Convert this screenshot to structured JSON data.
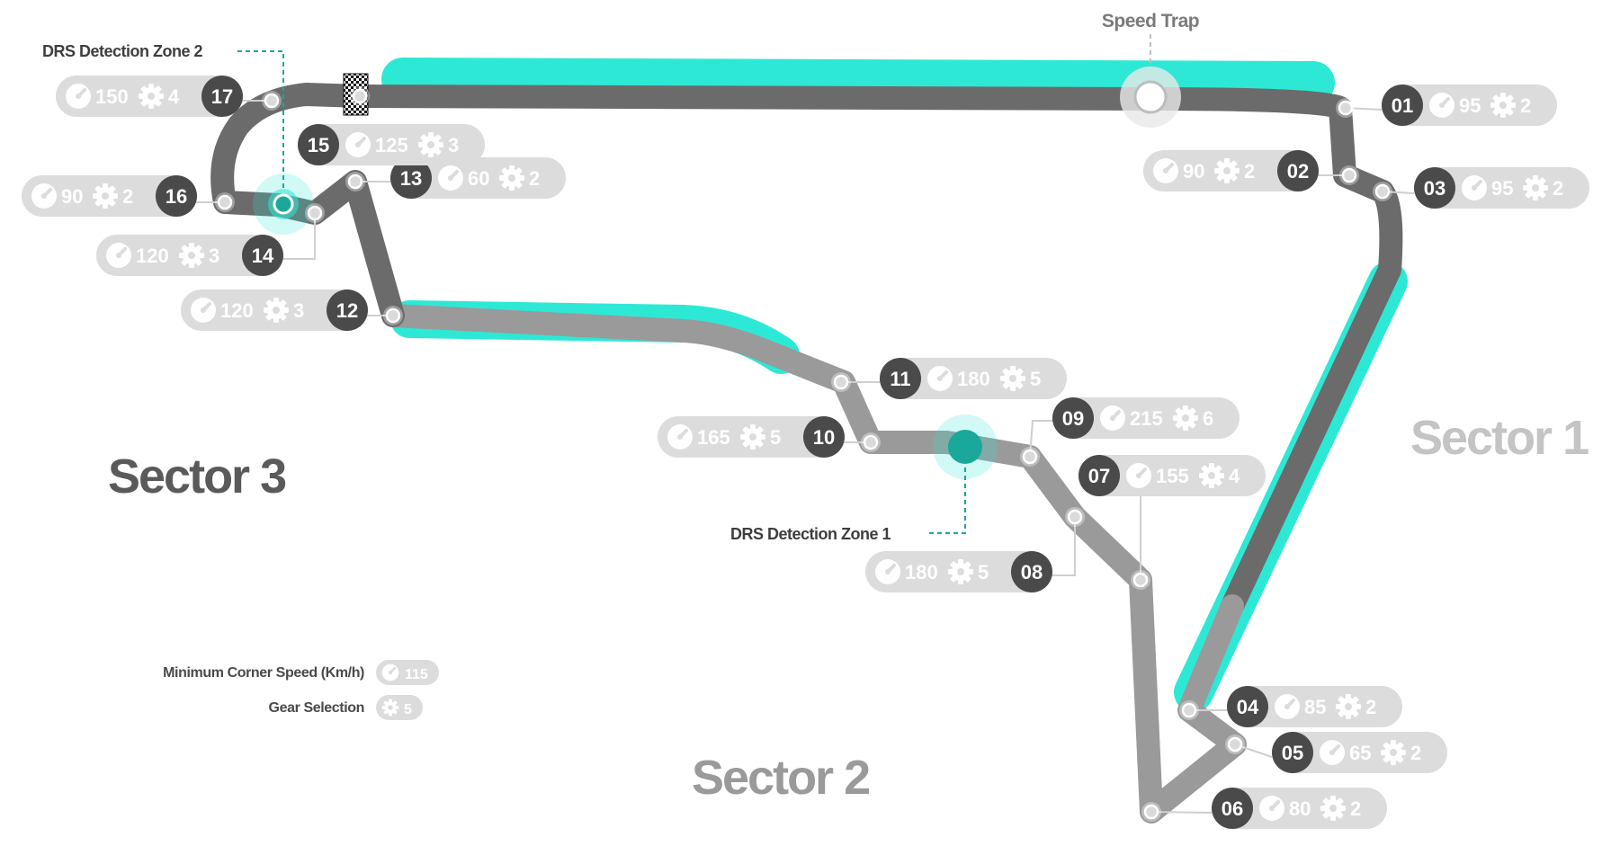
{
  "colors": {
    "drs_highlight": "#2ee8d6",
    "track_sector1": "#6b6b6b",
    "track_sector2": "#9a9a9a",
    "track_sector3": "#6b6b6b",
    "badge_pill": "#dcdcdc",
    "badge_number": "#4a4a4a",
    "sector1_text": "#c4c4c4",
    "sector2_text": "#9a9a9a",
    "sector3_text": "#5a5a5a",
    "drs_dot": "#1aa89a"
  },
  "labels": {
    "speed_trap": "Speed Trap",
    "drs_zone_1": "DRS Detection Zone 1",
    "drs_zone_2": "DRS Detection Zone 2",
    "sector_1": "Sector 1",
    "sector_2": "Sector 2",
    "sector_3": "Sector 3"
  },
  "legend": {
    "min_speed_label": "Minimum Corner Speed (Km/h)",
    "min_speed_example": "115",
    "gear_label": "Gear Selection",
    "gear_example": "5",
    "speed_icon": "speedometer-icon",
    "gear_icon": "gear-icon"
  },
  "corners": [
    {
      "number": "01",
      "speed": "95",
      "gear": "2"
    },
    {
      "number": "02",
      "speed": "90",
      "gear": "2"
    },
    {
      "number": "03",
      "speed": "95",
      "gear": "2"
    },
    {
      "number": "04",
      "speed": "85",
      "gear": "2"
    },
    {
      "number": "05",
      "speed": "65",
      "gear": "2"
    },
    {
      "number": "06",
      "speed": "80",
      "gear": "2"
    },
    {
      "number": "07",
      "speed": "155",
      "gear": "4"
    },
    {
      "number": "08",
      "speed": "180",
      "gear": "5"
    },
    {
      "number": "09",
      "speed": "215",
      "gear": "6"
    },
    {
      "number": "10",
      "speed": "165",
      "gear": "5"
    },
    {
      "number": "11",
      "speed": "180",
      "gear": "5"
    },
    {
      "number": "12",
      "speed": "120",
      "gear": "3"
    },
    {
      "number": "13",
      "speed": "60",
      "gear": "2"
    },
    {
      "number": "14",
      "speed": "120",
      "gear": "3"
    },
    {
      "number": "15",
      "speed": "125",
      "gear": "3"
    },
    {
      "number": "16",
      "speed": "90",
      "gear": "2"
    },
    {
      "number": "17",
      "speed": "150",
      "gear": "4"
    }
  ]
}
